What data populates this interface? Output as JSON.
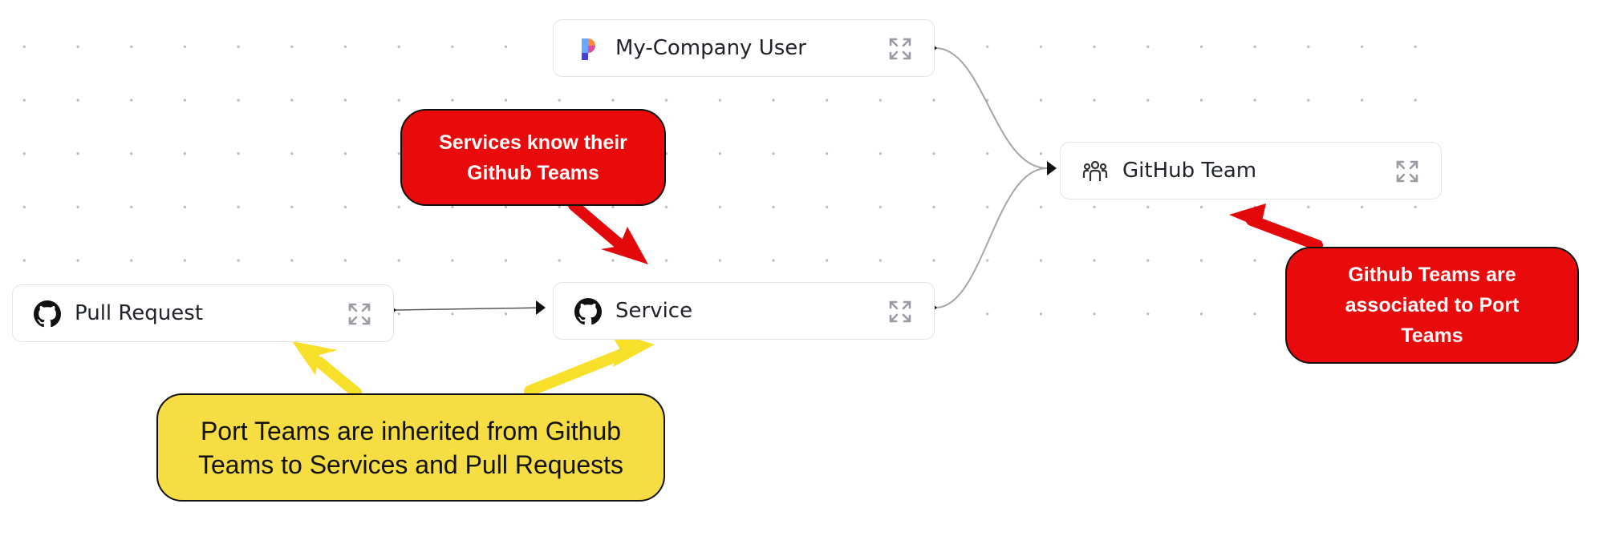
{
  "nodes": {
    "user": {
      "label": "My-Company User",
      "icon": "port-logo-icon"
    },
    "github_team": {
      "label": "GitHub Team",
      "icon": "team-people-icon"
    },
    "service": {
      "label": "Service",
      "icon": "github-icon"
    },
    "pull_request": {
      "label": "Pull Request",
      "icon": "github-icon"
    }
  },
  "relations": [
    {
      "from": "My-Company User",
      "to": "GitHub Team"
    },
    {
      "from": "Service",
      "to": "GitHub Team"
    },
    {
      "from": "Pull Request",
      "to": "Service"
    }
  ],
  "callouts": {
    "services_know": {
      "line1": "Services know their",
      "line2": "Github Teams"
    },
    "teams_associated": {
      "line1": "Github Teams are",
      "line2": "associated to Port",
      "line3": "Teams"
    },
    "inherited": {
      "line1": "Port Teams are inherited from Github",
      "line2": "Teams to Services and Pull Requests"
    }
  },
  "colors": {
    "red_callout": "#e90b0b",
    "yellow_callout": "#f5dd43",
    "red_arrow": "#e3090b",
    "yellow_arrow": "#f7df2a",
    "link": "#a5a5a5"
  }
}
